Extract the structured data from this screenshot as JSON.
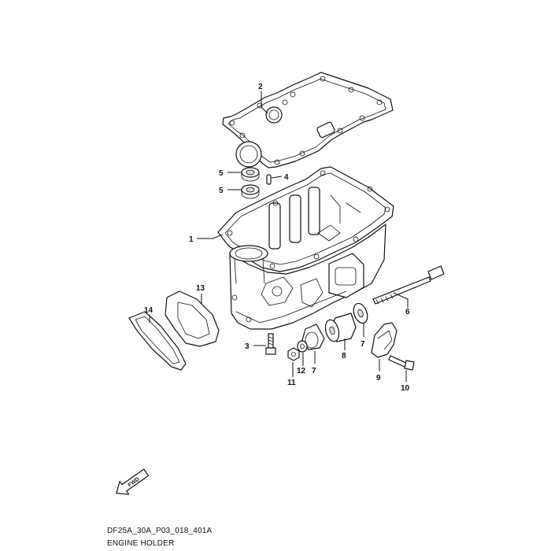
{
  "drawing_code": "DF25A_30A_P03_018_401A",
  "drawing_title": "ENGINE HOLDER",
  "fwd_label": "FWD",
  "callouts": {
    "c1": "1",
    "c2": "2",
    "c3": "3",
    "c4": "4",
    "c5a": "5",
    "c5b": "5",
    "c6": "6",
    "c7a": "7",
    "c7b": "7",
    "c8": "8",
    "c9": "9",
    "c10": "10",
    "c11": "11",
    "c12": "12",
    "c13": "13",
    "c14": "14"
  }
}
